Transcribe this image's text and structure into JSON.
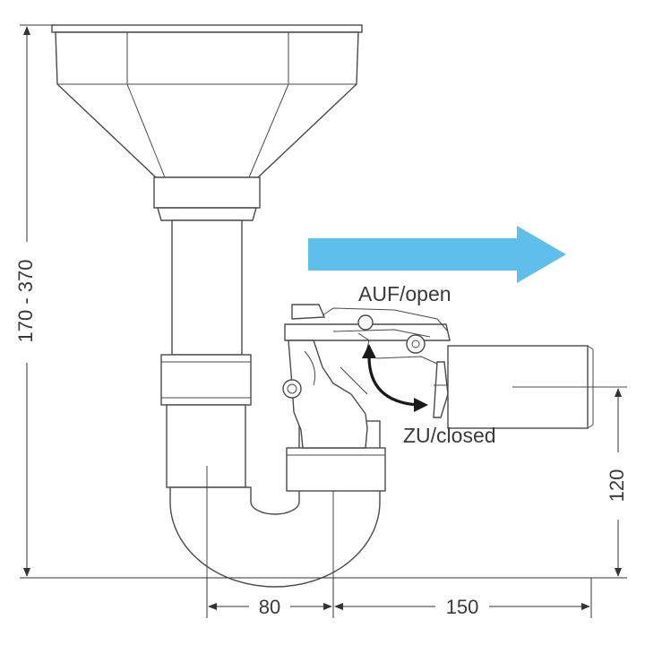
{
  "dimensions": {
    "height_range": "170 - 370",
    "trap_offset": "80",
    "horizontal_length": "150",
    "outlet_height": "120"
  },
  "annotations": {
    "open_label": "AUF/open",
    "closed_label": "ZU/closed"
  },
  "colors": {
    "flow_arrow": "#5fbfea",
    "switch_arrow": "#1a1a1a",
    "line": "#4a4a4a"
  },
  "icons": {
    "flow": "flow-direction-arrow",
    "switch": "curved-double-arrow"
  }
}
